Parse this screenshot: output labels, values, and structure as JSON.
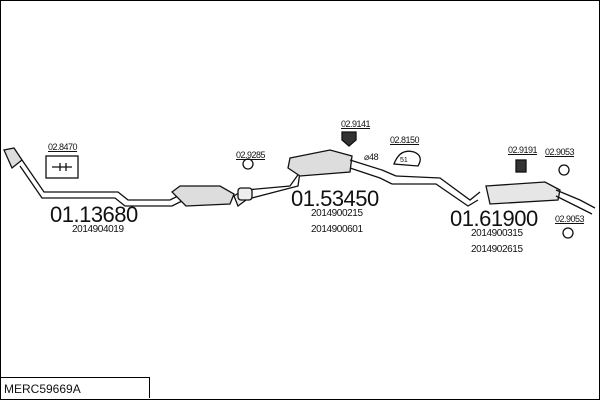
{
  "diagram_code": "MERC59669A",
  "parts": [
    {
      "number": "01.13680",
      "oe": [
        "2014904019"
      ]
    },
    {
      "number": "01.53450",
      "oe": [
        "2014900215",
        "2014900601"
      ]
    },
    {
      "number": "01.61900",
      "oe": [
        "2014900315",
        "2014902615"
      ]
    }
  ],
  "accessories": [
    "02.8470",
    "02.9285",
    "02.9141",
    "02.8150",
    "02.9191",
    "02.9053",
    "02.9053"
  ],
  "dimension_label": "⌀48",
  "clamp_size": "51"
}
